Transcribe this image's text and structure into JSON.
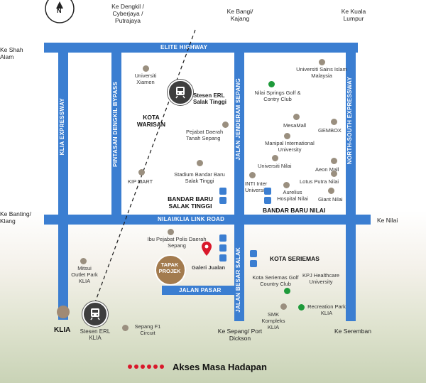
{
  "roads": {
    "elite": "ELITE HIGHWAY",
    "nilai_link": "NILAI/KLIA LINK ROAD",
    "klia_exp": "KLIA EXPRESSWAY",
    "pintasan": "PINTASAN DENGKIL BYPASS",
    "jenderam": "JALAN JENDERAM SEPANG",
    "nse": "NORTH-SOUTH EXPRESSWAY",
    "besar_salak": "JALAN BESAR SALAK",
    "pasar": "JALAN PASAR"
  },
  "destinations": {
    "dengkil": "Ke Dengkil / Cyberjaya / Putrajaya",
    "bangi": "Ke Bangi/ Kajang",
    "kl": "Ke Kuala Lumpur",
    "shah_alam": "Ke Shah Alam",
    "banting": "Ke Banting/ Klang",
    "nilai": "Ke Nilai",
    "sepang_pd": "Ke Sepang/ Port Dickson",
    "seremban": "Ke Seremban"
  },
  "areas": {
    "kota_warisan": "KOTA WARISAN",
    "bbst": "BANDAR BARU SALAK TINGGI",
    "bbn": "BANDAR BARU NILAI",
    "kota_seriemas": "KOTA SERIEMAS"
  },
  "pois": {
    "xiamen": "Universiti Xiamen",
    "erl_salak": "Stesen ERL Salak Tinggi",
    "usim": "Universiti Sains Islam Malaysia",
    "nilai_springs": "Nilai Springs Golf & Contry Club",
    "pejabat_daerah": "Pejabat Daerah Tanah Sepang",
    "mesamall": "MesaMall",
    "gembox": "GEMBOX",
    "manipal": "Manipal International University",
    "uni_nilai": "Universiti Nilai",
    "aeon": "Aeon Mall",
    "stadium": "Stadium Bandar Baru Salak Tinggi",
    "kip": "KIP MART",
    "inti": "INTI Inter University",
    "aurelius": "Aurelius Hospital Nilai",
    "lotus": "Lotus Putra Nilai",
    "giant": "Giant Nilai",
    "ipd": "Ibu Pejabat Polis Daerah Sepang",
    "tapak": "TAPAK PROJEK",
    "galeri": "Galeri Jualan",
    "kscc": "Kota Seriemas Golf Country Club",
    "kpj": "KPJ Healthcare University",
    "smk": "SMK Kompleks KLIA",
    "recreation": "Recreation Park KLIA",
    "mitsui": "Mitsui Outlet Park KLIA",
    "klia": "KLIA",
    "erl_klia": "Stesen ERL KLIA",
    "f1": "Sepang F1 Circuit"
  },
  "compass": "N",
  "legend": "Akses Masa Hadapan",
  "colors": {
    "road": "#3b7ed1",
    "future": "#d9182b",
    "green": "#1e9a3a"
  }
}
